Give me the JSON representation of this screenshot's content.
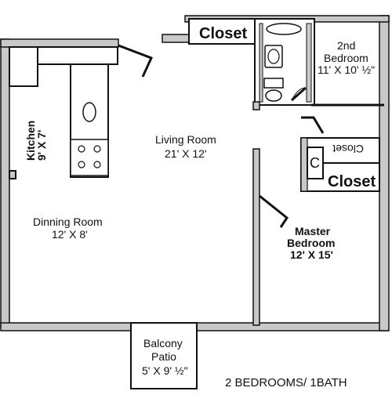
{
  "rooms": {
    "living": {
      "name": "Living Room",
      "dim": "21' X 12'"
    },
    "kitchen": {
      "name": "Kitchen",
      "dim": "9' X 7'"
    },
    "dining": {
      "name": "Dinning Room",
      "dim": "12' X 8'"
    },
    "master": {
      "name1": "Master",
      "name2": "Bedroom",
      "dim": "12' X 15'"
    },
    "second": {
      "name1": "2nd",
      "name2": "Bedroom",
      "dim": "11' X 10' ½\""
    },
    "balcony": {
      "name1": "Balcony",
      "name2": "Patio",
      "dim": "5' X 9' ½\""
    }
  },
  "closets": {
    "top": "Closet",
    "right_lower": "Closet",
    "right_upper": "Closet"
  },
  "caption": "2 BEDROOMS/ 1BATH",
  "colors": {
    "wall": "#111111",
    "wall_fill": "#c8c8c8",
    "background": "#ffffff"
  }
}
